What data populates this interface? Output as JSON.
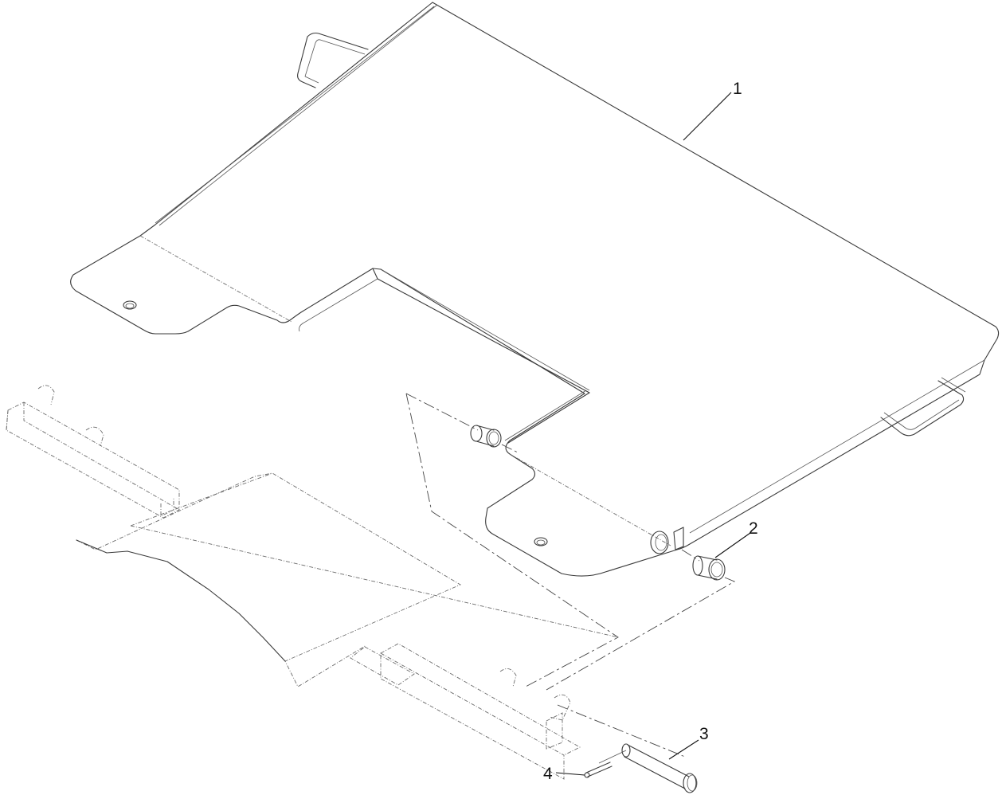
{
  "diagram": {
    "type": "exploded-parts-view",
    "line_color": "#3a3a3a",
    "background": "#ffffff",
    "callouts": [
      {
        "id": "1",
        "label": "1",
        "part": "floor-plate"
      },
      {
        "id": "2",
        "label": "2",
        "part": "bushing"
      },
      {
        "id": "3",
        "label": "3",
        "part": "pivot-pin"
      },
      {
        "id": "4",
        "label": "4",
        "part": "cotter-pin"
      }
    ],
    "reference_parts": [
      "frame-tube-with-pivot-brackets",
      "frame-deck-panel"
    ]
  }
}
